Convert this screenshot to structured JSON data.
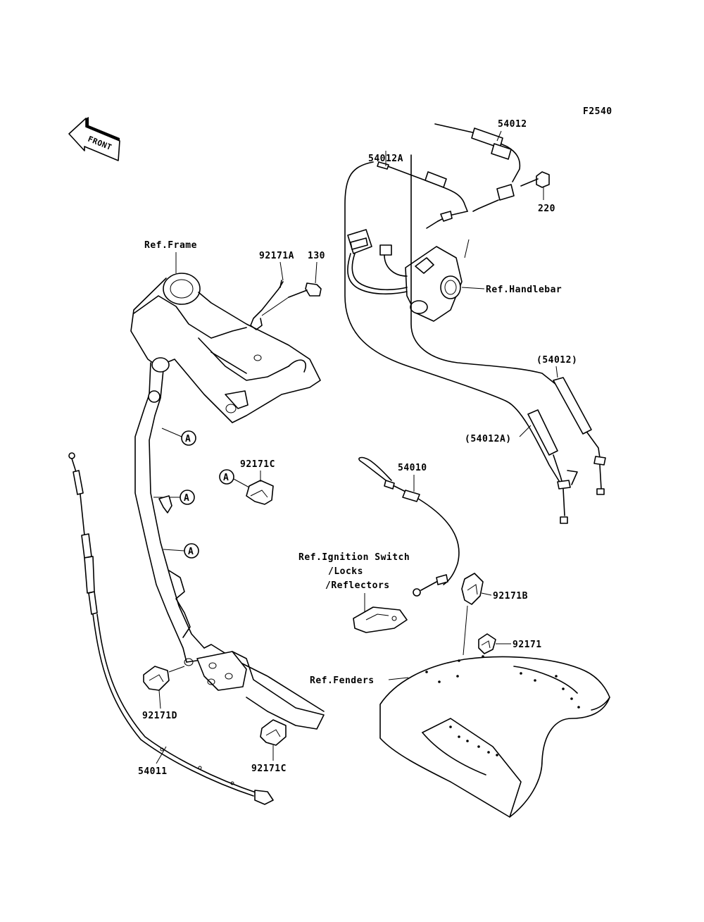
{
  "diagram": {
    "figure_code": "F2540",
    "front_marker": "FRONT",
    "callout_letter": "A",
    "labels": {
      "ref_frame": "Ref.Frame",
      "ref_handlebar": "Ref.Handlebar",
      "ref_ignition_line1": "Ref.Ignition Switch",
      "ref_ignition_line2": "/Locks",
      "ref_ignition_line3": "/Reflectors",
      "ref_fenders": "Ref.Fenders",
      "p54012": "54012",
      "p54012A": "54012A",
      "p220": "220",
      "p92171A": "92171A",
      "p130": "130",
      "p54012_alt": "(54012)",
      "p54012A_alt": "(54012A)",
      "p54010": "54010",
      "p92171C_top": "92171C",
      "p92171B": "92171B",
      "p92171": "92171",
      "p92171D": "92171D",
      "p92171C_bottom": "92171C",
      "p54011": "54011"
    }
  }
}
